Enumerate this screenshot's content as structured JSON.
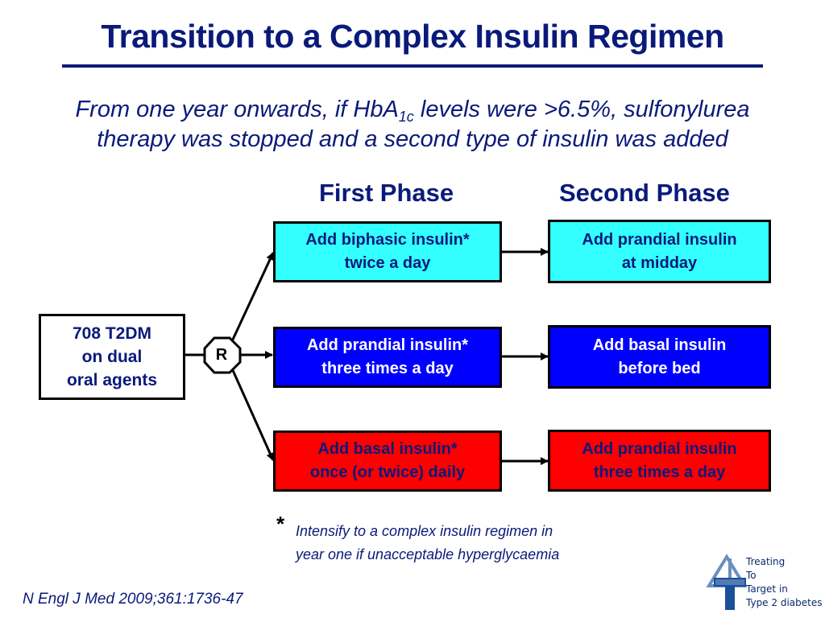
{
  "title": "Transition to a Complex Insulin Regimen",
  "subtitle": {
    "part1": "From one year onwards, if HbA",
    "subscript": "1c",
    "part2": " levels were >6.5%, sulfonylurea",
    "line2": "therapy was stopped and a second type of insulin was added"
  },
  "phases": {
    "first": "First Phase",
    "second": "Second Phase"
  },
  "start_box": {
    "lines": [
      "708 T2DM",
      "on dual",
      "oral agents"
    ]
  },
  "randomization": {
    "label": "R"
  },
  "arms": [
    {
      "first_phase": [
        "Add biphasic insulin*",
        "twice a day"
      ],
      "second_phase": [
        "Add prandial insulin",
        "at midday"
      ],
      "color": "#33ffff"
    },
    {
      "first_phase": [
        "Add prandial insulin*",
        "three times a day"
      ],
      "second_phase": [
        "Add basal insulin",
        "before bed"
      ],
      "color": "#0000ff"
    },
    {
      "first_phase": [
        "Add basal insulin*",
        "once (or twice) daily"
      ],
      "second_phase": [
        "Add prandial insulin",
        "three times a day"
      ],
      "color": "#ff0000"
    }
  ],
  "footnote": {
    "marker": "*",
    "lines": [
      "Intensify to a complex insulin regimen in",
      "year one if unacceptable hyperglycaemia"
    ]
  },
  "citation": "N Engl J Med 2009;361:1736-47",
  "logo": {
    "icon": "4t-logo-icon",
    "lines": [
      "Treating",
      "To",
      "Target in",
      "Type 2 diabetes"
    ]
  },
  "colors": {
    "title": "#0a1a7a",
    "cyan": "#33ffff",
    "blue": "#0000ff",
    "red": "#ff0000"
  }
}
